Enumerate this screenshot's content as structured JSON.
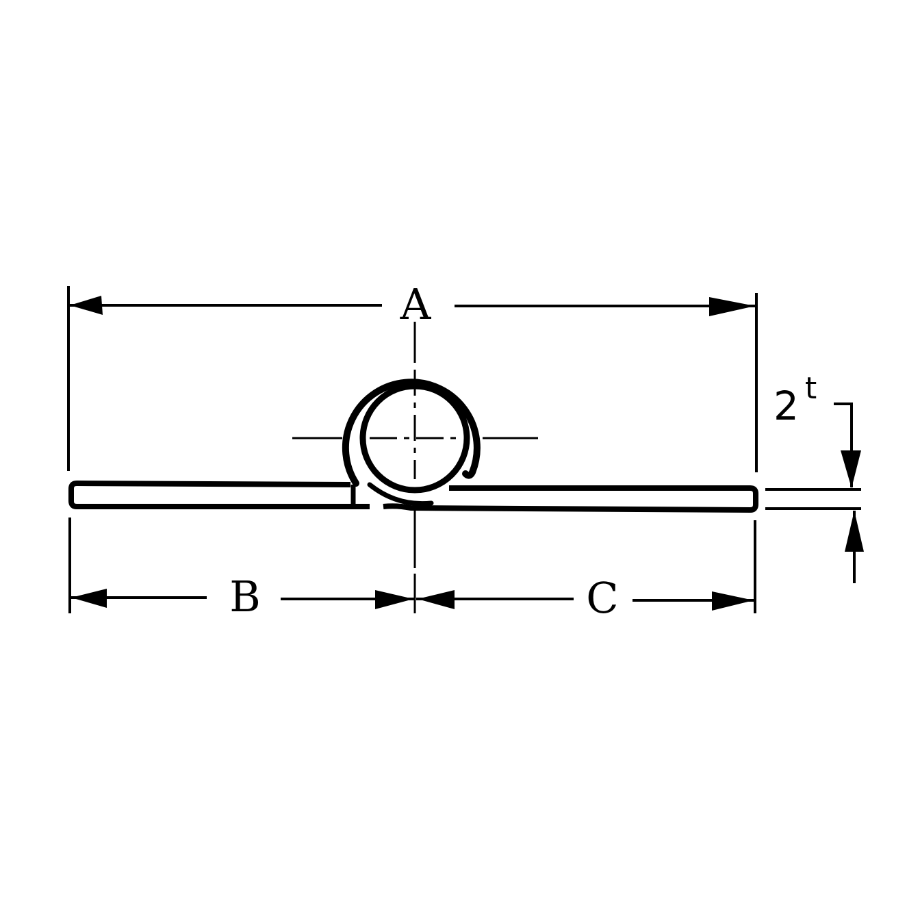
{
  "diagram": {
    "type": "hinge-profile-cross-section",
    "background": "#ffffff",
    "ink": "#000000",
    "dimensions": {
      "overall_width": {
        "label": "A"
      },
      "left_leaf": {
        "label": "B"
      },
      "right_leaf": {
        "label": "C"
      },
      "thickness": {
        "label": "2",
        "superscript": "t"
      }
    },
    "parts": [
      "left-leaf",
      "right-leaf",
      "knuckle",
      "pin",
      "centerlines"
    ]
  }
}
